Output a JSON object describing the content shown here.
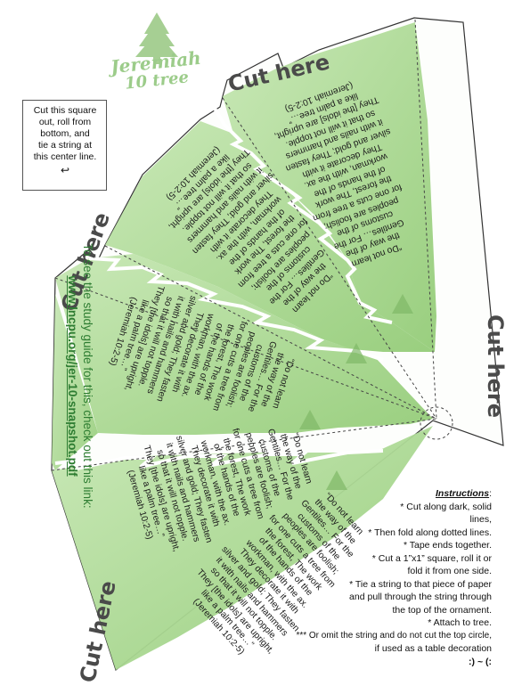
{
  "logo": {
    "line1": "Jeremiah",
    "line2": "10 tree"
  },
  "cut_here": [
    "Cut here",
    "Cut here",
    "Cut here",
    "Cut here"
  ],
  "square_instruction": [
    "Cut this square",
    "out, roll from",
    "bottom, and",
    "tie a string at",
    "this center line."
  ],
  "side_note": {
    "text": "To see the study guide for this, check out this link:",
    "link": "www.lncpu.org/jer-10-snapshot.pdf"
  },
  "verse_lines": [
    "“Do not learn",
    "the way of the",
    "Gentiles… For the",
    "customs of the",
    "peoples are foolish;",
    "for one cuts a tree from",
    "the forest, The work",
    "of the hands of the",
    "workman, with the ax.",
    "They decorate it with",
    "silver and gold; They fasten",
    "it with nails and hammers",
    "so that it will not topple.",
    "They [the idols] are upright,",
    "like a palm tree…”",
    "(Jeremiah 10:2-5)"
  ],
  "instructions": {
    "heading": "Instructions",
    "lines": [
      "* Cut along dark, solid",
      "lines,",
      "* Then fold along dotted lines.",
      "* Tape ends together.",
      "* Cut a 1”x1” square, roll it or",
      "fold it from one side.",
      "* Tie  a string to that piece of paper",
      "and pull through the string through",
      "the top of the ornament.",
      "* Attach to tree.",
      "*** Or omit the string  and do not cut the top circle,",
      "if used as a table decoration",
      ":) ~ (:"
    ]
  },
  "colors": {
    "tree_green": "#a9d88f",
    "tree_light": "#d7efc8",
    "side_note": "#2e7d32"
  }
}
